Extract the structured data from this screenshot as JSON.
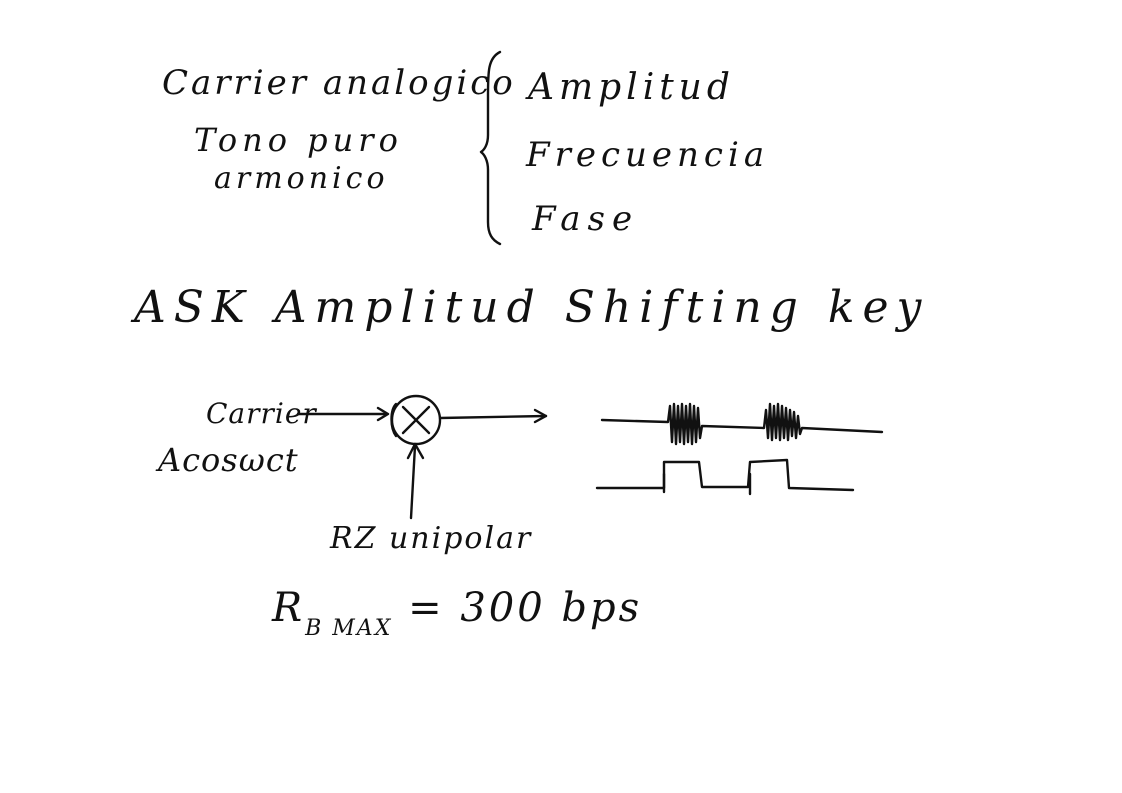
{
  "notes": {
    "carrier_line1": "Carrier analogico",
    "carrier_line2": "Tono puro",
    "carrier_line3": "armonico",
    "params": [
      "Amplitud",
      "Frecuencia",
      "Fase"
    ],
    "ask_title": "ASK Amplitud Shifting key",
    "diagram": {
      "input_label": "Carrier",
      "carrier_formula": "Acosωct",
      "mixer_symbol": "×",
      "modulating_label": "RZ unipolar"
    },
    "rate_main": "R",
    "rate_sub": "B MAX",
    "rate_value": "= 300 bps"
  },
  "colors": {
    "ink": "#111111",
    "paper": "#ffffff"
  }
}
